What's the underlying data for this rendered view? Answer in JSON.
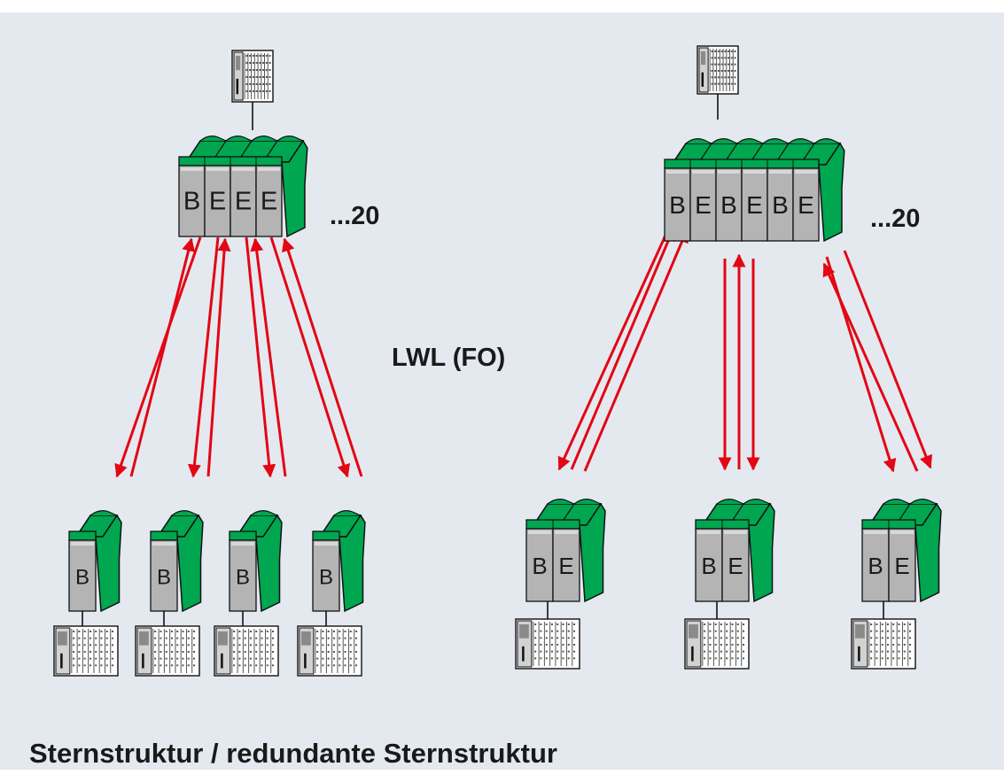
{
  "diagram": {
    "title": "Sternstruktur / redundante Sternstruktur",
    "medium_label": "LWL (FO)",
    "colors": {
      "background": "#e4e9f0",
      "accent_green": "#00a650",
      "fiber_red": "#e30613",
      "module_grey": "#b4b4b4"
    },
    "left": {
      "name": "Sternstruktur",
      "hub_modules": [
        "B",
        "E",
        "E",
        "E"
      ],
      "hub_count_label": "...20",
      "nodes": [
        {
          "modules": [
            "B"
          ]
        },
        {
          "modules": [
            "B"
          ]
        },
        {
          "modules": [
            "B"
          ]
        },
        {
          "modules": [
            "B"
          ]
        }
      ],
      "controller_icon": "plc-rack-icon"
    },
    "right": {
      "name": "redundante Sternstruktur",
      "hub_modules": [
        "B",
        "E",
        "B",
        "E",
        "B",
        "E"
      ],
      "hub_count_label": "...20",
      "nodes": [
        {
          "modules": [
            "B",
            "E"
          ]
        },
        {
          "modules": [
            "B",
            "E"
          ]
        },
        {
          "modules": [
            "B",
            "E"
          ]
        }
      ],
      "controller_icon": "plc-rack-icon"
    }
  }
}
